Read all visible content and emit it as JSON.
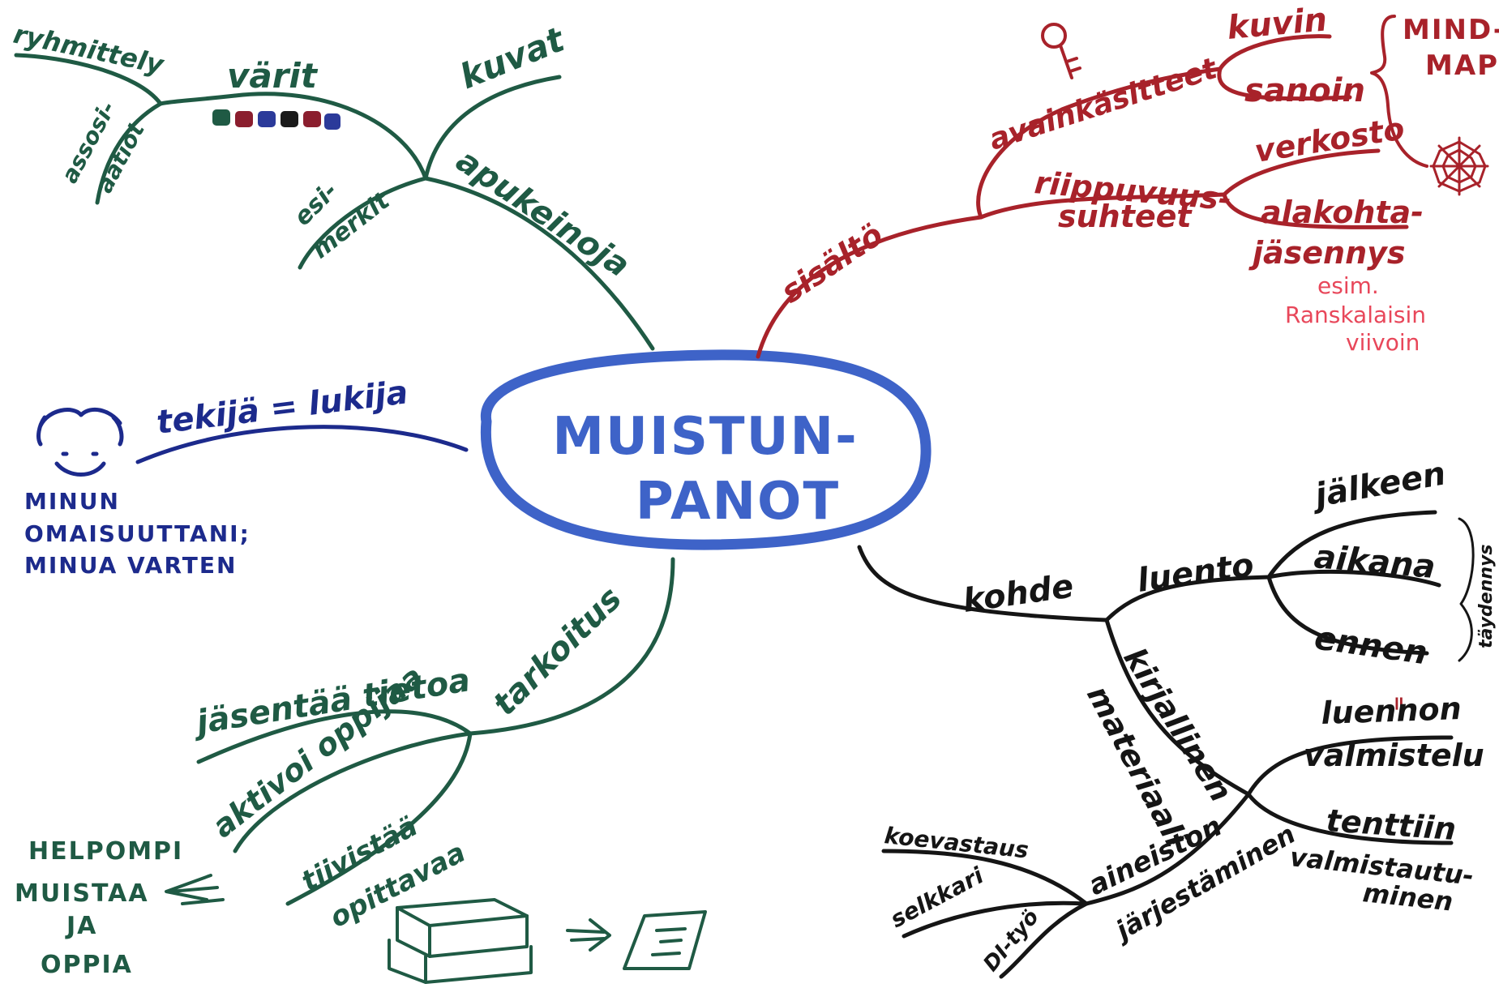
{
  "colors": {
    "green": "#1f5a44",
    "red": "#a8222a",
    "pink": "#e8475a",
    "black": "#151515",
    "navy": "#1c2a8c",
    "blue": "#3e63c8"
  },
  "center": {
    "line1": "MUISTUN-",
    "line2": "PANOT"
  },
  "apukeinoja": {
    "branch": "apukeinoja",
    "varit": "värit",
    "ryhmittely": "ryhmittely",
    "assosi": "assosi-",
    "aatiot": "aatiot",
    "kuvat": "kuvat",
    "esi": "esi-",
    "merkit": "merkit"
  },
  "sisalto": {
    "branch": "sisältö",
    "avainkasitteet": "avainkäsitteet",
    "kuvin": "kuvin",
    "sanoin": "sanoin",
    "mind": "MIND-",
    "map": "MAP",
    "riippuvuus": "riippuvuus-",
    "suhteet": "suhteet",
    "verkosto": "verkosto",
    "alakohta": "alakohta-",
    "jasennys": "jäsennys",
    "esim": "esim.",
    "ranskalaisin": "Ranskalaisin",
    "viivoin": "viivoin"
  },
  "tekija": {
    "branch": "tekijä = lukija",
    "line1": "MINUN",
    "line2": "OMAISUUTTANI;",
    "line3": "MINUA VARTEN"
  },
  "kohde": {
    "branch": "kohde",
    "luento": "luento",
    "jalkeen": "jälkeen",
    "aikana": "aikana",
    "ennen": "ennen",
    "taydennys": "täydennys",
    "equals": "=",
    "kirjallinen": "kirjallinen",
    "materiaali": "materiaali",
    "luennon": "luennon",
    "valmistelu": "valmistelu",
    "tenttiin": "tenttiin",
    "valmistautu": "valmistautu-",
    "minen": "minen",
    "aineiston": "aineiston",
    "jarjestaminen": "järjestäminen",
    "koevastaus": "koevastaus",
    "selkkari": "selkkari",
    "dityo": "DI-työ"
  },
  "tarkoitus": {
    "branch": "tarkoitus",
    "jasentaa": "jäsentää tietoa",
    "aktivoi": "aktivoi oppijaa",
    "tiivistaa": "tiivistää",
    "opittavaa": "opittavaa",
    "helpompi": "HELPOMPI",
    "muistaa": "MUISTAA",
    "ja": "JA",
    "oppia": "OPPIA"
  }
}
